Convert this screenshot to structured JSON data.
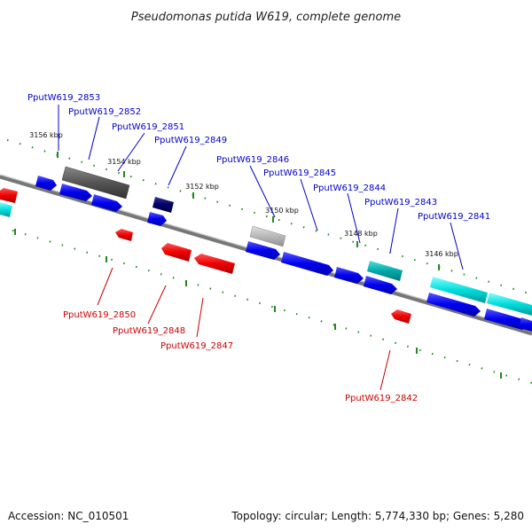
{
  "title": "Pseudomonas putida W619, complete genome",
  "footer": {
    "accession": "Accession: NC_010501",
    "summary": "Topology: circular; Length: 5,774,330 bp; Genes: 5,280"
  },
  "colors": {
    "forward": "#0000ee",
    "reverse": "#ee0000",
    "forward_label": "#0000cc",
    "reverse_label": "#cc0000",
    "pseudo_dark": "#555555",
    "pseudo_light": "#b0b0b0",
    "rna": "#00cccc",
    "rna_light": "#22dddd",
    "navy": "#000066",
    "tick": "#228822",
    "backbone": "#808080"
  },
  "ticks": [
    {
      "label": "3156 kbp"
    },
    {
      "label": "3154 kbp"
    },
    {
      "label": "3152 kbp"
    },
    {
      "label": "3150 kbp"
    },
    {
      "label": "3148 kbp"
    },
    {
      "label": "3146 kbp"
    }
  ],
  "forward_labels": [
    "PputW619_2853",
    "PputW619_2852",
    "PputW619_2851",
    "PputW619_2849",
    "PputW619_2846",
    "PputW619_2845",
    "PputW619_2844",
    "PputW619_2843",
    "PputW619_2841"
  ],
  "reverse_labels": [
    "PputW619_2850",
    "PputW619_2848",
    "PputW619_2847",
    "PputW619_2842"
  ]
}
